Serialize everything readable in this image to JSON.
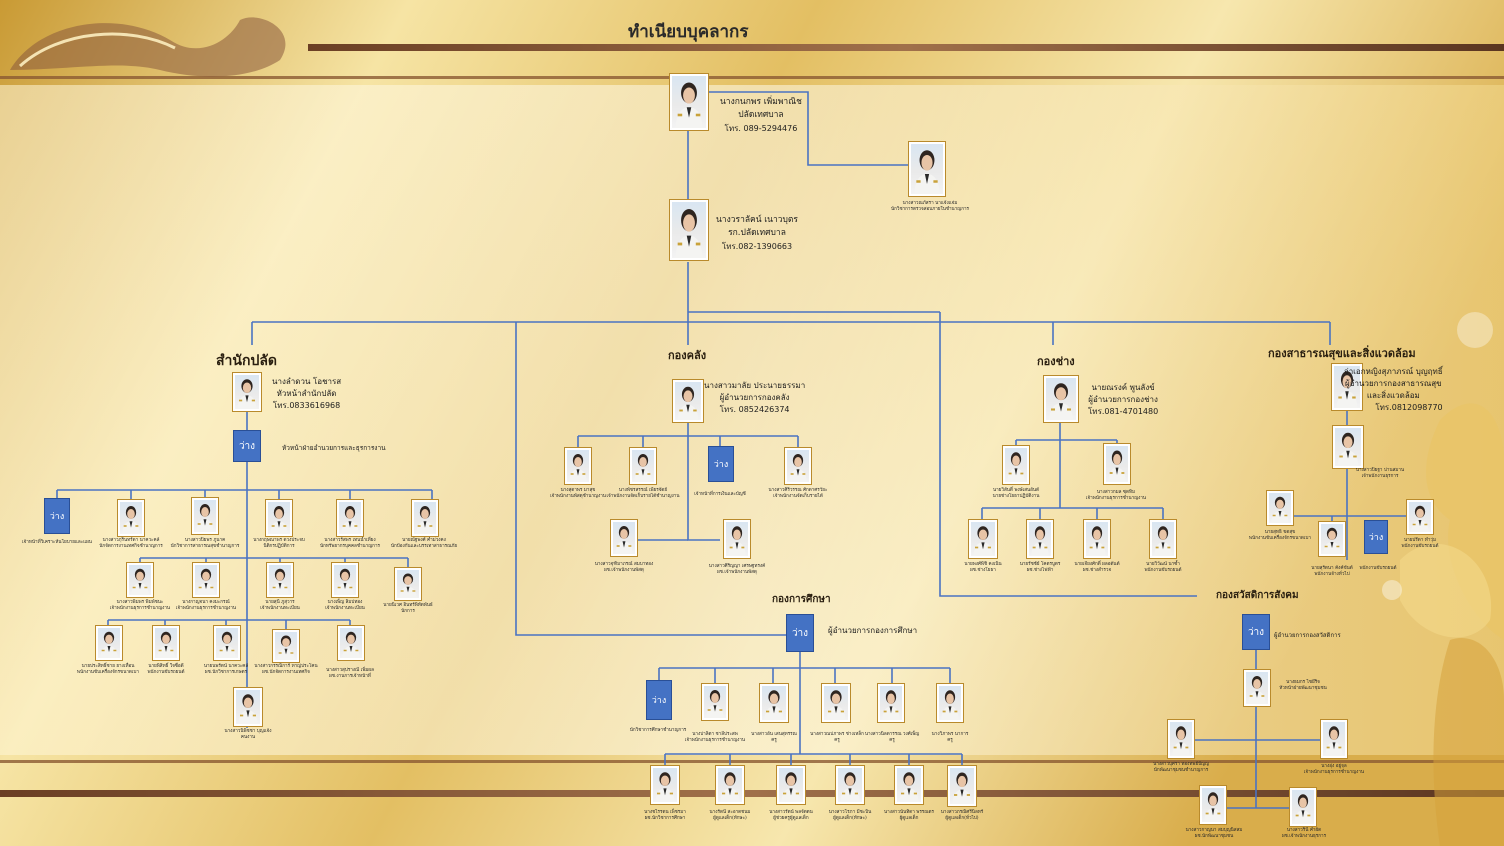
{
  "page_title": "ทำเนียบบุคลากร",
  "vacant_label": "ว่าง",
  "top": {
    "name": "นางกนกพร เพิ่มพาณิช",
    "position": "ปลัดเทศบาล",
    "phone": "โทร. 089-5294476",
    "assistant": {
      "name": "นางสาวณภัสรา นาแจ้งแจ่ม",
      "position": "นักวิชาการตรวจสอบภายในชำนาญการ"
    },
    "deputy": {
      "name": "นางวราลัคน์ เนาวบุตร",
      "position": "รก.ปลัดเทศบาล",
      "phone": "โทร.082-1390663"
    }
  },
  "office": {
    "title": "สำนักปลัด",
    "head": {
      "name": "นางลำดวน โอชารส",
      "position": "หัวหน้าสำนักปลัด",
      "phone": "โทร.0833616968"
    },
    "sub_vacant_label": "หัวหน้าฝ่ายอำนวยการและธุรการงาน",
    "row1": [
      {
        "l1": "เจ้าหน้าที่วิเคราะห์นโยบายและแผน",
        "l2": ""
      },
      {
        "l1": "นางสาวภุรินทร์ดา นาควะคล์",
        "l2": "นักจัดการงานเทศกิจชำนาญการ"
      },
      {
        "l1": "นางสาวปิยพร ภูนาค",
        "l2": "นักวิชาการสาธารณสุขชำนาญการ"
      },
      {
        "l1": "นางกฤษณาพร ดวงประจบ",
        "l2": "นิติกรปฏิบัติการ"
      },
      {
        "l1": "นางสาวรัสพร เทนนำเที่ยง",
        "l2": "นักทรัพยากรบุคคลชำนาญการ"
      },
      {
        "l1": "นายณัฐพงศ์ คำม่วงคง",
        "l2": "นักป้องกันและบรรเทาสาธารณภัย"
      }
    ],
    "row2": [
      {
        "l1": "นางสาวพิมพร พิมพ์ชนะ",
        "l2": "เจ้าพนักงานธุรการชำนาญงาน"
      },
      {
        "l1": "นางกาญจนา คงมะกรณ์",
        "l2": "เจ้าพนักงานธุรการชำนาญงาน"
      },
      {
        "l1": "นายสุนี ภูสุวาร",
        "l2": "เจ้าพนักงานทะเบียน"
      },
      {
        "l1": "นางเพ็ญ ลิมปทอง",
        "l2": "เจ้าพนักงานทะเบียน"
      },
      {
        "l1": "นายนิเวศ อินทร์พิทัดพันธ์",
        "l2": "นักการ"
      }
    ],
    "row3": [
      {
        "l1": "นายประสิทธิ์ชาย ยางเทื่อน",
        "l2": "พนักงานขับเครื่องจักรขนาดเบา"
      },
      {
        "l1": "นายพิสิทธิ์ ใจซื่อดี",
        "l2": "พนักงานขับรถยนต์"
      },
      {
        "l1": "นายนพรัตน์ นาควะคล์",
        "l2": "ผช.นักวิชาการเกษตร"
      },
      {
        "l1": "นางสาวกรรณิการ์ ทาญ่ประโคน",
        "l2": "ผช.นักจัดการงานเทศกิจ"
      },
      {
        "l1": "นางสาวสุปรางณี เพิ่มผล",
        "l2": "ผช.งานการเจ้าหน้าที่"
      }
    ],
    "row4": [
      {
        "l1": "นางสาวนิพิชชา บุญแจ้ง",
        "l2": "คนงาน"
      }
    ]
  },
  "finance": {
    "title": "กองคลัง",
    "head": {
      "name": "นางสาวมาลัย ประนายธรรมา",
      "position": "ผู้อำนวยการกองคลัง",
      "phone": "โทร. 0852426374"
    },
    "row1": [
      {
        "l1": "นางสุดาพร มาสุข",
        "l2": "เจ้าพนักงานพัสดุชำนาญงาน"
      },
      {
        "l1": "นางพัชรสรรณ์ เพียรจัดย์",
        "l2": "เจ้าพนักงานจัดเก็บรายได้ชำนาญงาน"
      },
      {
        "l1": "เจ้าหน้าที่การเงินและบัญชี",
        "l2": ""
      },
      {
        "l1": "นางสาวศิริวรรณ ศักดาศรวัยะ",
        "l2": "เจ้าพนักงานจัดเก็บรายได้"
      }
    ],
    "row2": [
      {
        "l1": "นางสาวจุฑิมาภรณ์ สมบาทอง",
        "l2": "ผช.เจ้าพนักงานพัสดุ"
      },
      {
        "l1": "นางสาวศิริญญา เศรษฐทรงค์",
        "l2": "ผช.เจ้าพนักงานพัสดุ"
      }
    ]
  },
  "works": {
    "title": "กองช่าง",
    "head": {
      "name": "นายณรงค์ พูนลังข์",
      "position": "ผู้อำนวยการกองช่าง",
      "phone": "โทร.081-4701480"
    },
    "row1": [
      {
        "l1": "นายวิสันติ์ พงษ์เสนอันต์",
        "l2": "นายช่างโยธาปฏิบัติงาน"
      },
      {
        "l1": "นางสาวกมล ซุดทิม",
        "l2": "เจ้าพนักงานธุรการชำนาญงาน"
      }
    ],
    "row2": [
      {
        "l1": "นายพงศ์พิชิ คงเนิน",
        "l2": "ผช.ช่างโยธา"
      },
      {
        "l1": "นายรัชชัย์ โคตรบูตร",
        "l2": "ผช.ช่างไฟฟ้า"
      },
      {
        "l1": "นายเจียงศักดิ์ ผลอดันต์",
        "l2": "ผช.ช่างสำรวจ"
      },
      {
        "l1": "นายวิวัฒน์ นาซ้ำ",
        "l2": "พนักงานขับรถยนต์"
      }
    ]
  },
  "health": {
    "title": "กองสาธารณสุขและสิ่งแวดล้อม",
    "head": {
      "l1": "จ่าเอกหญิงสุภาภรณ์ บุญฤทธิ์",
      "l2": "ผู้อำนวยการกองสาธารณสุข",
      "l3": "และสิ่งแวดล้อม",
      "phone": "โทร.0812098770"
    },
    "sub": {
      "l1": "นางสาวปิยฐา ปานสมาน",
      "l2": "เจ้าพนักงานธุรการ"
    },
    "row1": [
      {
        "l1": "นายสุทธิ ขดสุข",
        "l2": "พนักงานขับเครื่องจักรขนาดเบา"
      },
      {
        "l1": "นายปรีดา ทำวุ่ม",
        "l2": "พนักงานขับรถยนต์"
      }
    ],
    "row2": [
      {
        "l1": "นายสุรัตนา คังค์ขันต์",
        "l2": "พนักงานจ้างทั่วไป"
      },
      {
        "l1": "พนักงานขับรถยนต์",
        "l2": ""
      }
    ]
  },
  "education": {
    "title": "กองการศึกษา",
    "head_label": "ผู้อำนวยการกองการศึกษา",
    "row1": [
      {
        "l1": "นักวิชาการศึกษาชำนาญการ",
        "l2": ""
      },
      {
        "l1": "นางปาลิตา ชาลีประสพ",
        "l2": "เจ้าพนักงานธุรการชำนาญงาน"
      },
      {
        "l1": "นางสาวอัน เสนสุทรรณ",
        "l2": "ครู"
      },
      {
        "l1": "นางสาวณปภาพร ช่างเหล็ก",
        "l2": "ครู"
      },
      {
        "l1": "นางสาวนิลดารรณ วงศ์เพ็ญ",
        "l2": "ครู"
      },
      {
        "l1": "นางวิภาพร นาการ",
        "l2": "ครู"
      }
    ],
    "row2": [
      {
        "l1": "นางชไรรดน เพ็ชรมา",
        "l2": "ผช.นักวิชาการศึกษา"
      },
      {
        "l1": "นางรัดนี สะอาดชนม",
        "l2": "ผู้ดูแลเด็ก(ทักษะ)"
      },
      {
        "l1": "นางสาวรัตน์ พลจัตตน",
        "l2": "ผู้ช่วยครูผู้ดูแลเด็ก"
      },
      {
        "l1": "นางสาวโรภา มีชะบิน",
        "l2": "ผู้ดูแลเด็ก(ทักษะ)"
      },
      {
        "l1": "นางสาวนันทิดา พรรณตร",
        "l2": "ผู้ดูแลเด็ก"
      },
      {
        "l1": "นางสาวภรณิศรีนิลทร์",
        "l2": "ผู้ดูแลเด็ก(ทั่วไป)"
      }
    ]
  },
  "welfare": {
    "title": "กองสวัสดิการสังคม",
    "head_label": "ผู้อำนวยการกองสวัสดิการ",
    "sub": {
      "l1": "นางธมกร ไชยีริจ",
      "l2": "หัวหน้าฝ่ายพัฒนาชุมชน"
    },
    "row1": [
      {
        "l1": "นางสาวบุศรา ทองทพย์ปัญญ",
        "l2": "นักพัฒนาชุมชนชำนาญการ"
      },
      {
        "l1": "นางอุ่ง อยู่จุล",
        "l2": "เจ้าพนักงานธุรการชำนาญงาน"
      }
    ],
    "row2": [
      {
        "l1": "นางสาวกาญนา สมบุญนิสสม",
        "l2": "ผช.นักพัฒนาชุมชน"
      },
      {
        "l1": "นางสาวรินี คำผัด",
        "l2": "ผช.เจ้าพนักงานธุรการ"
      }
    ]
  },
  "colors": {
    "line": "#4a73c2",
    "vacant": "#4472c4",
    "gold_light": "#fbefb6",
    "gold_dark": "#c9962b"
  }
}
